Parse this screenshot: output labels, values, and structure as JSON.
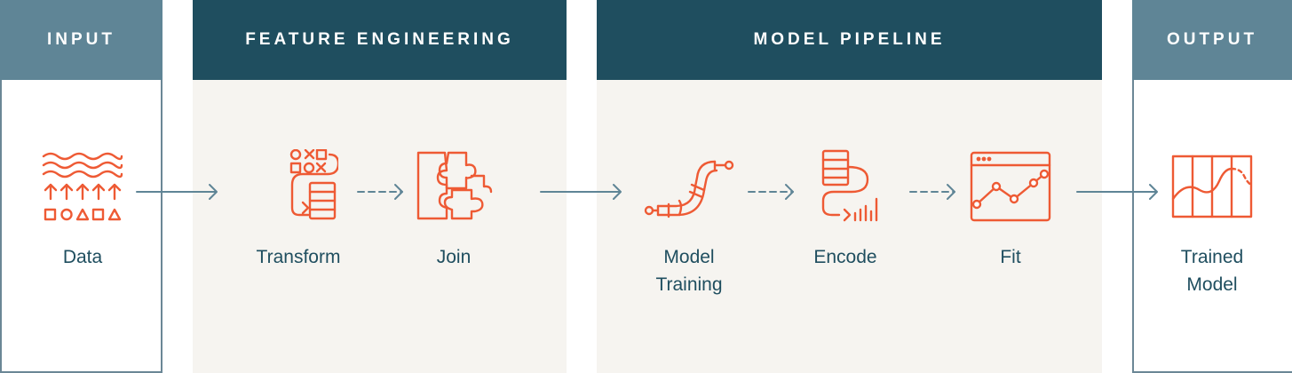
{
  "stages": {
    "input": {
      "title": "INPUT"
    },
    "feature_engineering": {
      "title": "FEATURE ENGINEERING"
    },
    "model_pipeline": {
      "title": "MODEL PIPELINE"
    },
    "output": {
      "title": "OUTPUT"
    }
  },
  "nodes": {
    "data": {
      "label": "Data",
      "icon": "waves-data-icon"
    },
    "transform": {
      "label": "Transform",
      "icon": "transform-icon"
    },
    "join": {
      "label": "Join",
      "icon": "puzzle-icon"
    },
    "model_training": {
      "label_line1": "Model",
      "label_line2": "Training",
      "icon": "pipe-icon"
    },
    "encode": {
      "label": "Encode",
      "icon": "encode-icon"
    },
    "fit": {
      "label": "Fit",
      "icon": "line-chart-window-icon"
    },
    "trained_model": {
      "label_line1": "Trained",
      "label_line2": "Model",
      "icon": "curve-grid-icon"
    }
  },
  "colors": {
    "icon": "#ee5a34",
    "label": "#1f4e5f",
    "header_dark": "#1f4e5f",
    "header_light": "#5f8596",
    "panel_bg": "#f6f4f0",
    "arrow": "#5f8596"
  }
}
